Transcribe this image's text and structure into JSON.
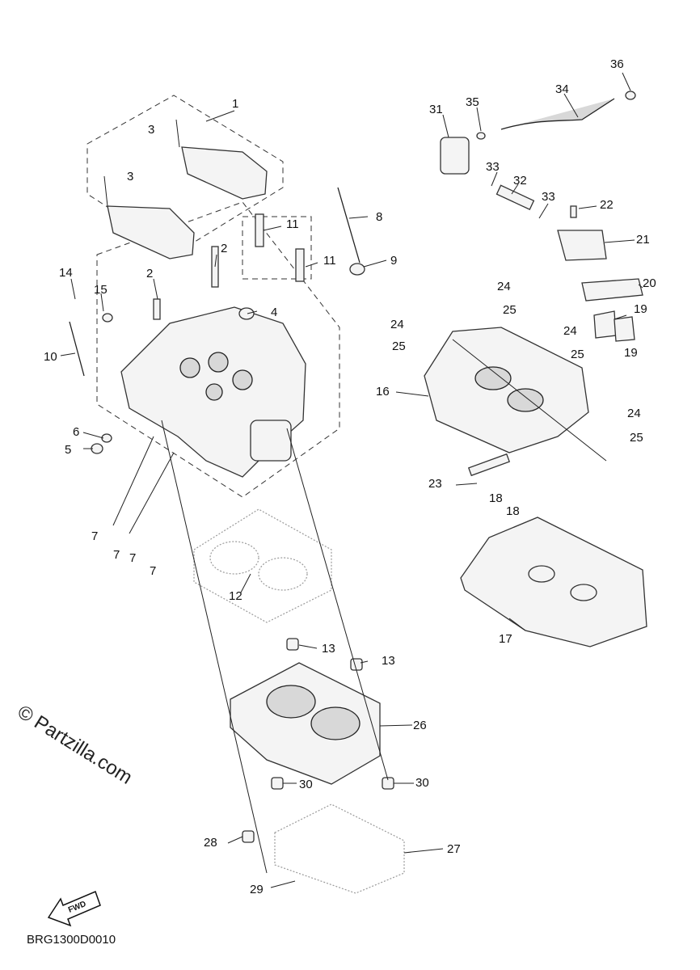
{
  "diagram": {
    "code": "BRG1300D0010",
    "watermark": "© Partzilla.com",
    "fwd_label": "FWD",
    "callouts": [
      "1",
      "2",
      "2",
      "3",
      "3",
      "4",
      "5",
      "6",
      "7",
      "7",
      "7",
      "7",
      "8",
      "9",
      "10",
      "11",
      "11",
      "12",
      "13",
      "13",
      "14",
      "15",
      "16",
      "17",
      "18",
      "18",
      "19",
      "19",
      "20",
      "21",
      "22",
      "23",
      "24",
      "24",
      "24",
      "24",
      "25",
      "25",
      "25",
      "25",
      "26",
      "27",
      "28",
      "29",
      "30",
      "30",
      "31",
      "32",
      "33",
      "33",
      "34",
      "35",
      "36"
    ]
  }
}
